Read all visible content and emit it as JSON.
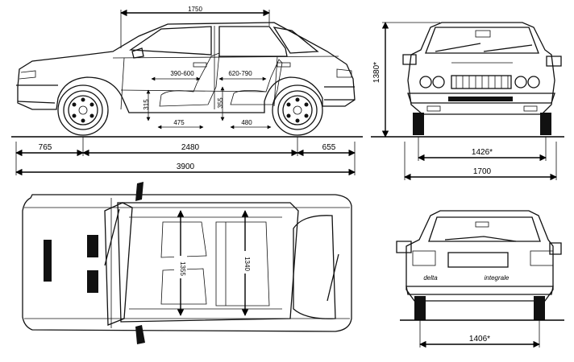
{
  "dimensions": {
    "roof_length": "1750",
    "front_legroom": "390-600",
    "rear_legroom": "620-790",
    "front_seat_height": "315",
    "rear_seat_height": "355",
    "front_seat_depth": "475",
    "rear_seat_depth": "480",
    "front_overhang": "765",
    "wheelbase": "2480",
    "rear_overhang": "655",
    "overall_length": "3900",
    "height": "1380*",
    "front_track": "1426*",
    "overall_width": "1700",
    "rear_track": "1406*",
    "front_interior_width": "1355",
    "rear_interior_width": "1340"
  },
  "badges": {
    "rear_model": "delta",
    "rear_trim": "integrale"
  }
}
